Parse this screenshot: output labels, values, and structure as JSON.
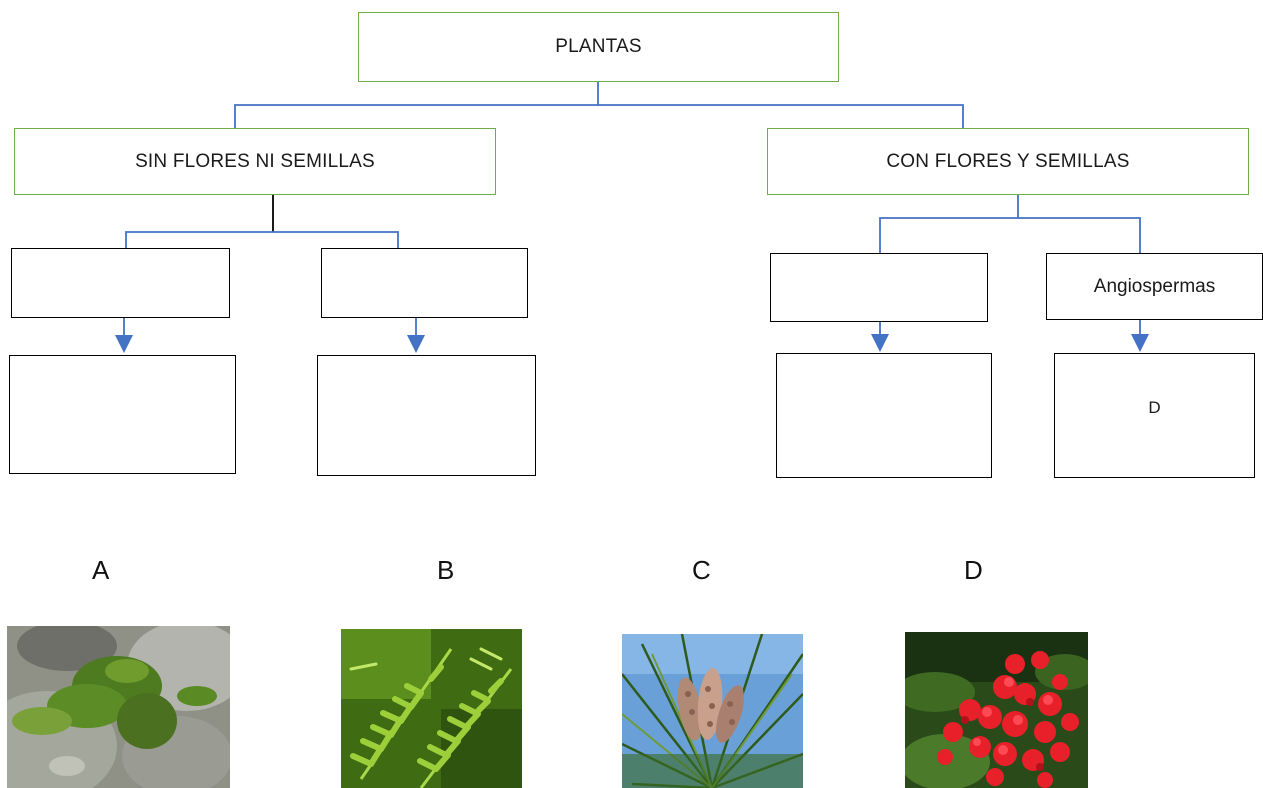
{
  "diagram": {
    "root_label": "PLANTAS",
    "left_branch_label": "SIN FLORES NI SEMILLAS",
    "right_branch_label": "CON FLORES Y SEMILLAS",
    "boxes": {
      "left_a_top": "",
      "left_a_bottom": "",
      "left_b_top": "",
      "left_b_bottom": "",
      "right_a_top": "",
      "right_a_bottom": "",
      "right_b_top": "Angiospermas",
      "right_b_bottom": "D"
    }
  },
  "images": [
    {
      "letter": "A",
      "subject": "moss-photo"
    },
    {
      "letter": "B",
      "subject": "fern-photo"
    },
    {
      "letter": "C",
      "subject": "pine-cone-photo"
    },
    {
      "letter": "D",
      "subject": "red-flowers-photo"
    }
  ],
  "colors": {
    "box_border_green": "#70ad47",
    "connector_blue": "#4472c4",
    "box_border_black": "#000000"
  }
}
